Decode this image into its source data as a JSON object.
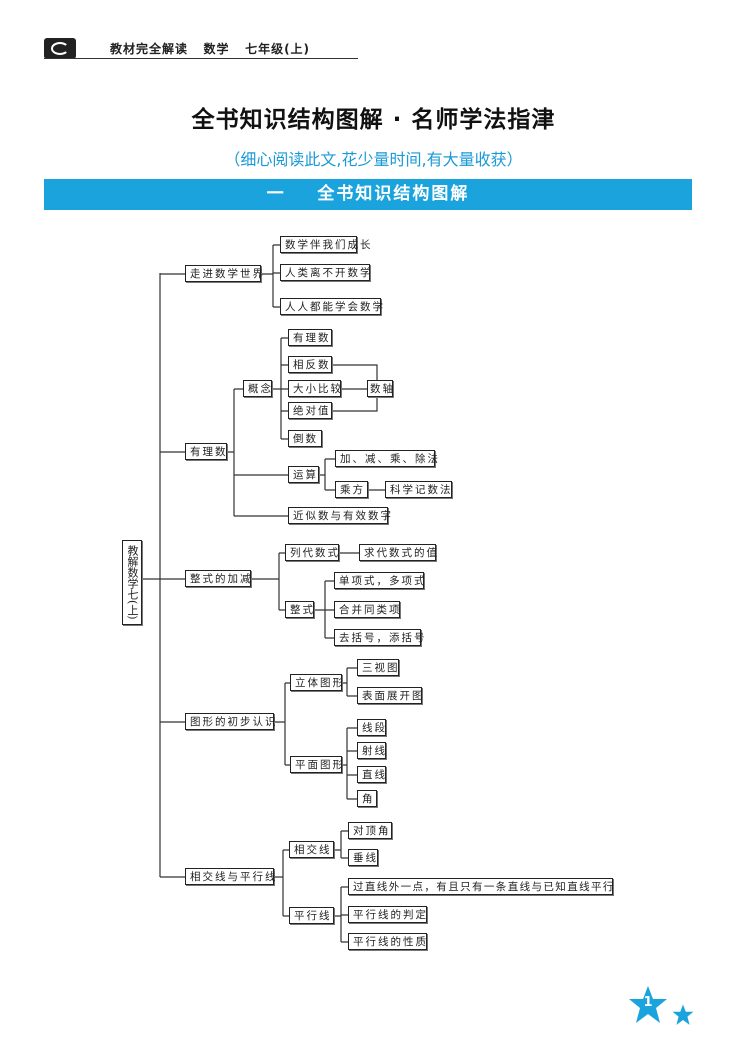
{
  "header": {
    "running_title": "教材完全解读   数学   七年级(上)"
  },
  "title": "全书知识结构图解 · 名师学法指津",
  "subtitle": "（细心阅读此文,花少量时间,有大量收获）",
  "section_bar": "一    全书知识结构图解",
  "tree": {
    "root": "教解数学七(上)",
    "n1": "走进数学世界",
    "n1a": "数学伴我们成长",
    "n1b": "人类离不开数学",
    "n1c": "人人都能学会数学",
    "n2": "有理数",
    "n2a": "概念",
    "n2a1": "有理数",
    "n2a2": "相反数",
    "n2a3": "大小比较",
    "n2a4": "绝对值",
    "n2a5": "倒数",
    "n2ax": "数轴",
    "n2b": "运算",
    "n2b1": "加、减、乘、除法",
    "n2b2": "乘方",
    "n2b2x": "科学记数法",
    "n2c": "近似数与有效数字",
    "n3": "整式的加减",
    "n3a": "列代数式",
    "n3ax": "求代数式的值",
    "n3b": "整式",
    "n3b1": "单项式，多项式",
    "n3b2": "合并同类项",
    "n3b3": "去括号，添括号",
    "n4": "图形的初步认识",
    "n4a": "立体图形",
    "n4a1": "三视图",
    "n4a2": "表面展开图",
    "n4b": "平面图形",
    "n4b1": "线段",
    "n4b2": "射线",
    "n4b3": "直线",
    "n4b4": "角",
    "n5": "相交线与平行线",
    "n5a": "相交线",
    "n5a1": "对顶角",
    "n5a2": "垂线",
    "n5b": "平行线",
    "n5b1": "过直线外一点，有且只有一条直线与已知直线平行",
    "n5b2": "平行线的判定",
    "n5b3": "平行线的性质"
  },
  "page_number": "1",
  "colors": {
    "accent": "#1aa3dc"
  }
}
